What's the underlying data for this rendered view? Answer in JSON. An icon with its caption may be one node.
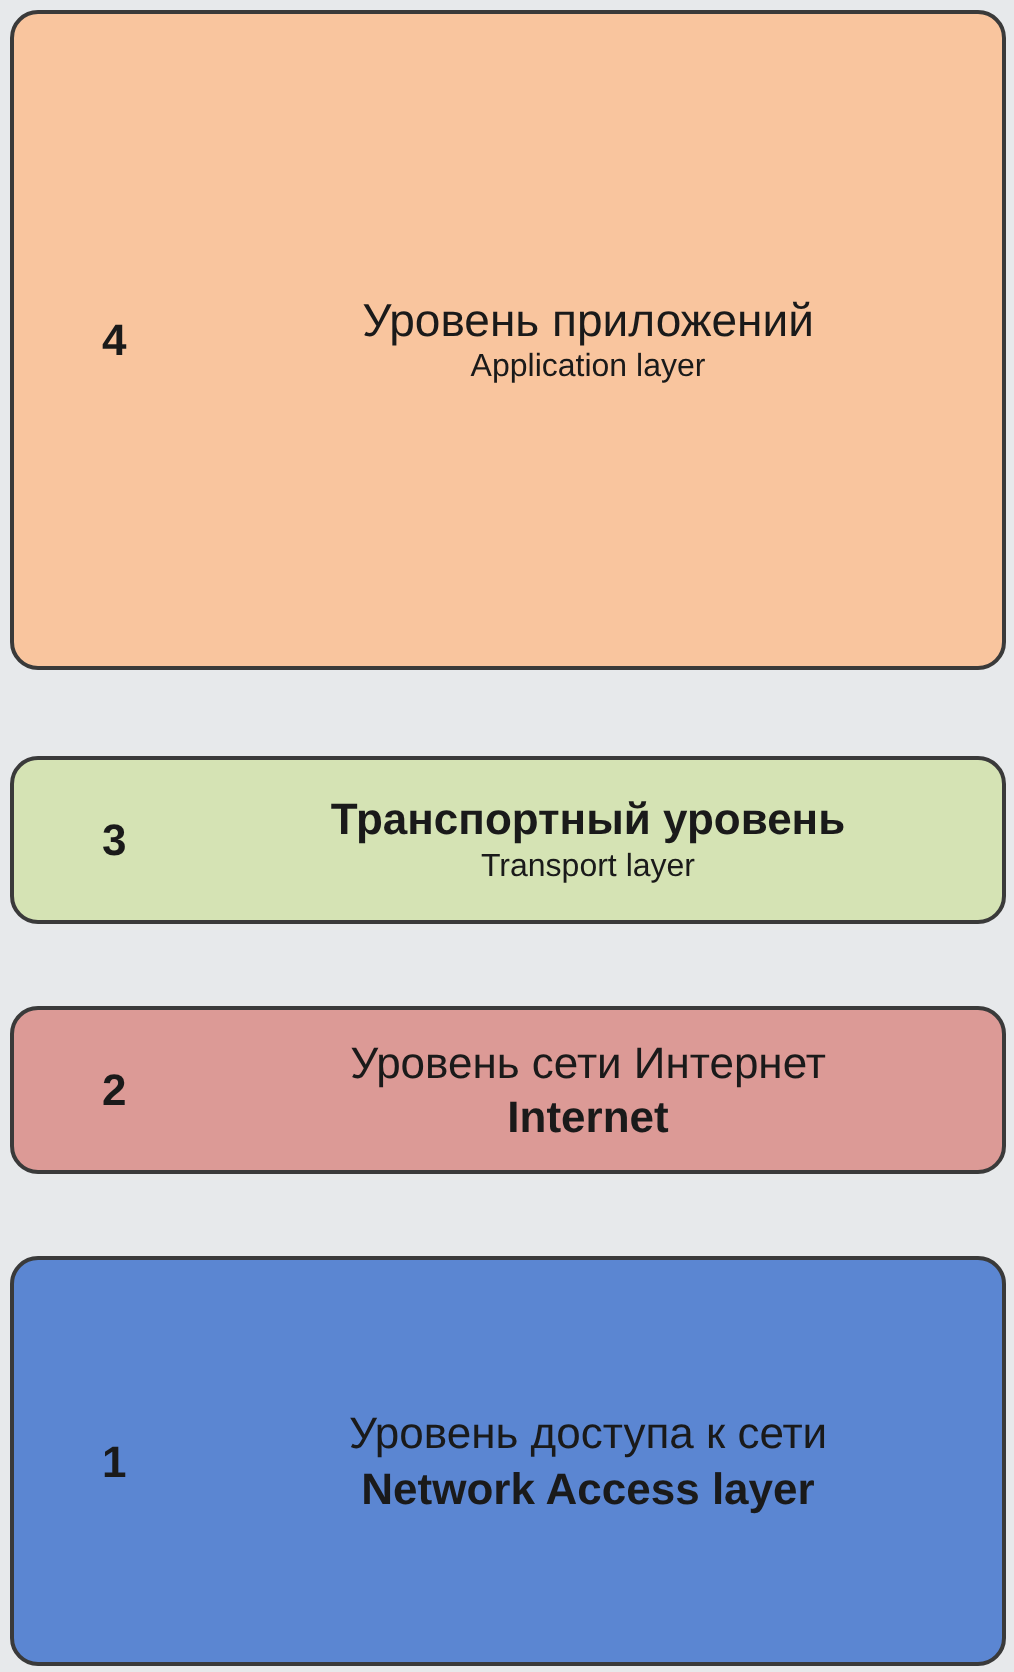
{
  "diagram": {
    "nodes": [
      {
        "text": [
          "4",
          "Уровень приложений",
          "Application layer"
        ]
      },
      {
        "text": [
          "3",
          "Транспортный уровень",
          "Transport layer"
        ]
      },
      {
        "text": [
          "2",
          "Уровень сети Интернет",
          "Internet"
        ]
      },
      {
        "text": [
          "1",
          "Уровень доступа к сети",
          "Network Access layer"
        ]
      }
    ]
  }
}
